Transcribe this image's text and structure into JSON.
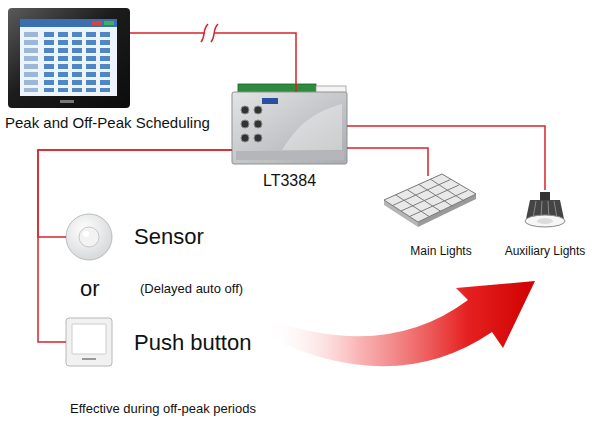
{
  "diagram": {
    "nodes": [
      {
        "text": [
          "Peak and Off-Peak Scheduling"
        ]
      },
      {
        "text": [
          "LT3384"
        ]
      },
      {
        "text": [
          "Main Lights"
        ]
      },
      {
        "text": [
          "Auxiliary Lights"
        ]
      },
      {
        "text": [
          "Sensor"
        ]
      },
      {
        "text": [
          "Push button"
        ]
      }
    ],
    "edges": [
      {
        "from": 0,
        "to": 1,
        "arrow": "none"
      },
      {
        "from": 1,
        "to": 2,
        "arrow": "none"
      },
      {
        "from": 1,
        "to": 3,
        "arrow": "none"
      },
      {
        "from": 1,
        "to": 4,
        "arrow": "none"
      },
      {
        "from": 1,
        "to": 5,
        "arrow": "none"
      }
    ],
    "labels": [
      "or",
      "(Delayed auto off)",
      "Effective during off-peak periods"
    ]
  }
}
